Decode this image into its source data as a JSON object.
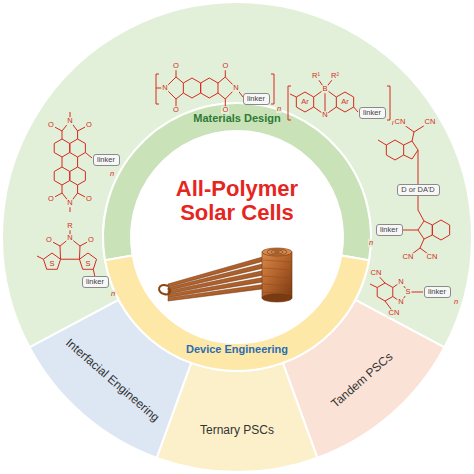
{
  "diagram": {
    "nodes": [
      {
        "text": [
          "All-Polymer Solar Cells"
        ]
      },
      {
        "text": [
          "Materials Design"
        ]
      },
      {
        "text": [
          "Device Engineering"
        ]
      },
      {
        "text": [
          "Interfacial Engineering"
        ]
      },
      {
        "text": [
          "Ternary PSCs"
        ]
      },
      {
        "text": [
          "Tandem PSCs"
        ]
      },
      {
        "text": [
          "linker"
        ]
      },
      {
        "text": [
          "linker"
        ]
      },
      {
        "text": [
          "linker"
        ]
      },
      {
        "text": [
          "D or DA'D"
        ]
      },
      {
        "text": [
          "linker"
        ]
      },
      {
        "text": [
          "linker"
        ]
      },
      {
        "text": [
          "linker"
        ]
      }
    ],
    "labels": [
      "O",
      "N",
      "O",
      "O",
      "N",
      "O",
      "n",
      "R¹",
      "R²",
      "B",
      "N",
      "Ar",
      "Ar",
      "n",
      "O",
      "N",
      "O",
      "O",
      "N",
      "O",
      "n",
      "R",
      "N",
      "O",
      "O",
      "S",
      "S",
      "n",
      "CN",
      "CN",
      "CN",
      "CN",
      "n",
      "CN",
      "CN",
      "N",
      "S",
      "N",
      "n"
    ]
  }
}
